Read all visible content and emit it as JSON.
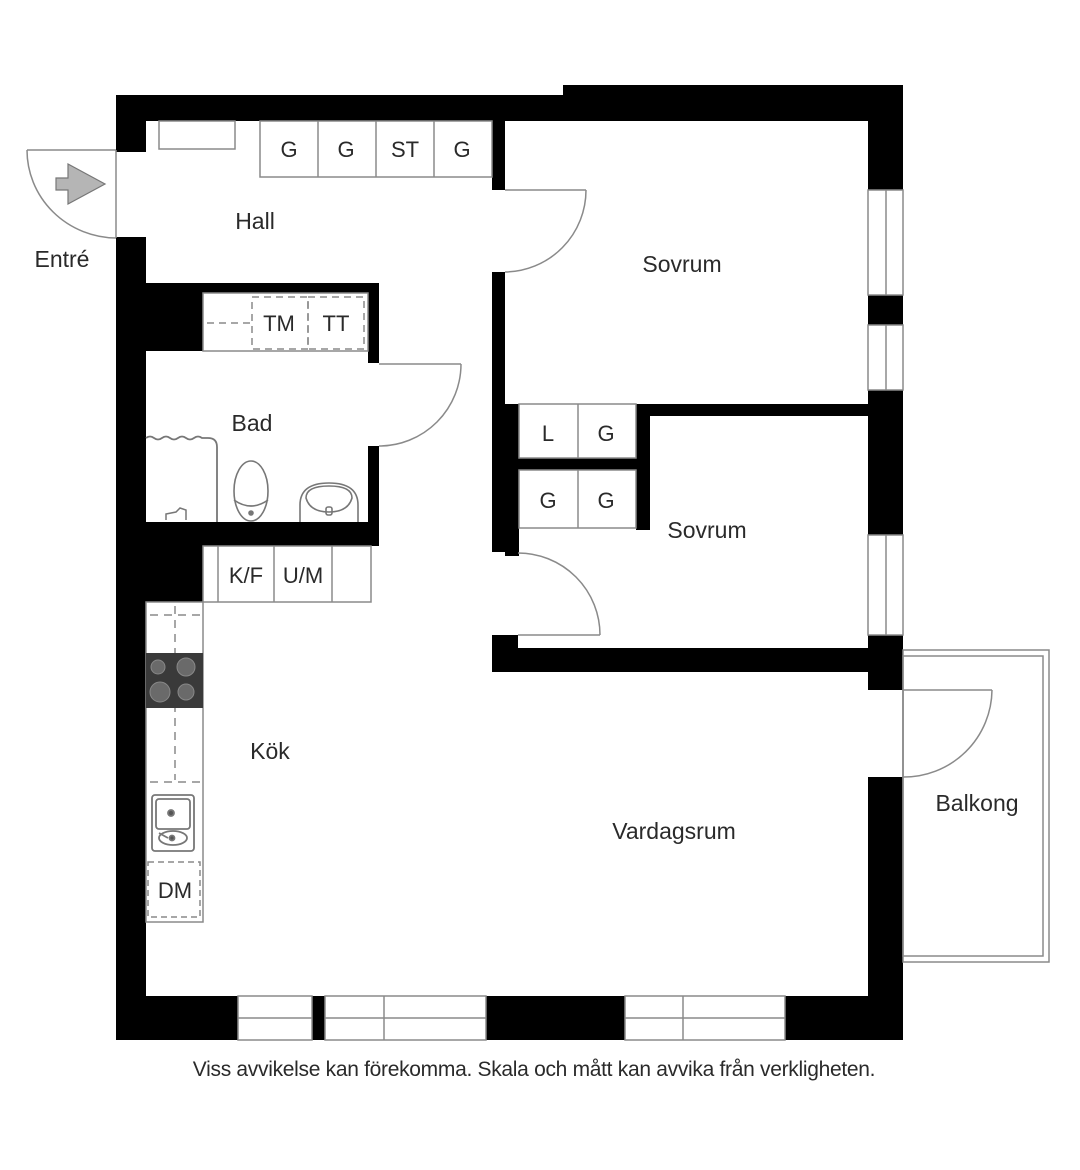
{
  "plan": {
    "rooms": {
      "entry": "Entré",
      "hall": "Hall",
      "bedroom_1": "Sovrum",
      "bathroom": "Bad",
      "bedroom_2": "Sovrum",
      "kitchen": "Kök",
      "living_room": "Vardagsrum",
      "balcony": "Balkong"
    },
    "hall_closets": [
      "G",
      "G",
      "ST",
      "G"
    ],
    "bath_appliances": [
      "TM",
      "TT"
    ],
    "hall_lower_closets": [
      "K/F",
      "U/M"
    ],
    "bedroom2_closets_top": [
      "L",
      "G"
    ],
    "bedroom2_closets_bottom": [
      "G",
      "G"
    ],
    "kitchen_appliance": "DM",
    "icons": [
      "entry-arrow-icon",
      "stove-icon",
      "sink-icon",
      "toilet-icon",
      "washbasin-icon",
      "shower-icon"
    ],
    "colors": {
      "wall": "#000000",
      "line": "#8a8a8a",
      "arrow": "#b5b5b5",
      "stove": "#3a3a3a",
      "text": "#2a2a2a"
    }
  },
  "footer": {
    "disclaimer": "Viss avvikelse kan förekomma. Skala och mått kan avvika från verkligheten."
  }
}
